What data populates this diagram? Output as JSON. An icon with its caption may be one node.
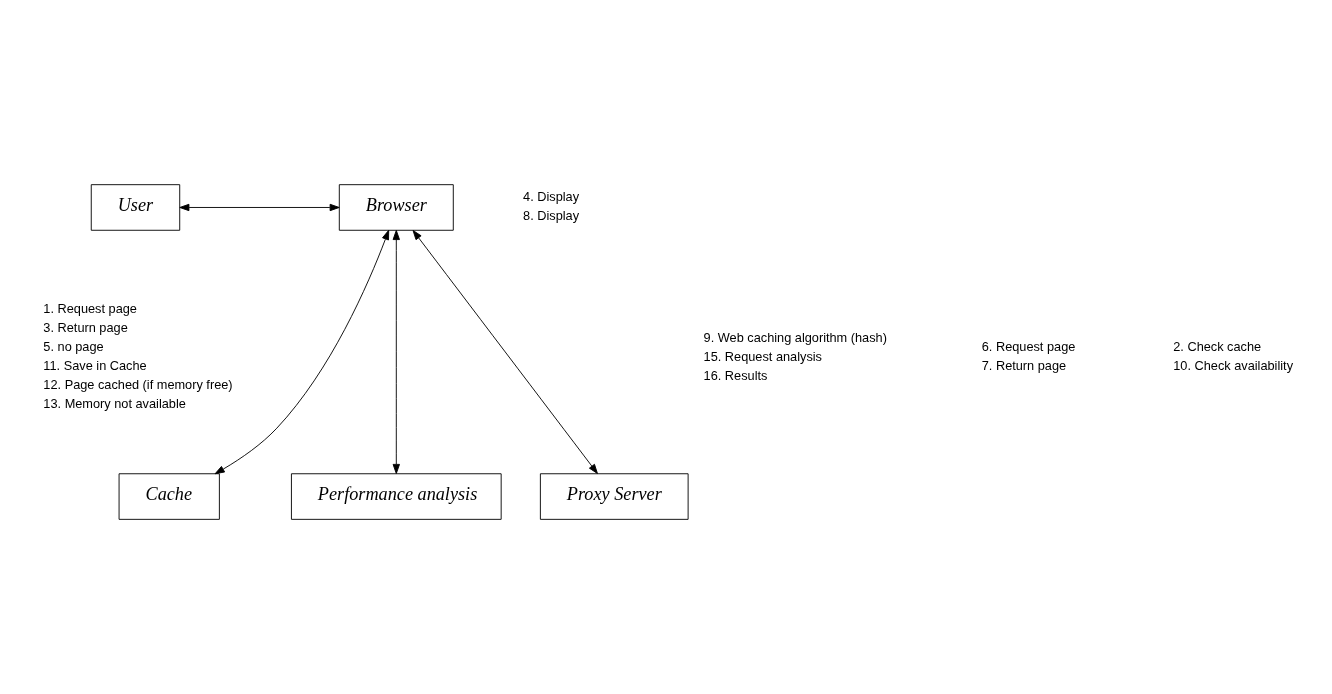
{
  "diagram": {
    "nodes": [
      {
        "text": [
          "User"
        ]
      },
      {
        "text": [
          "Browser"
        ]
      },
      {
        "text": [
          "Cache"
        ]
      },
      {
        "text": [
          "Performance analysis"
        ]
      },
      {
        "text": [
          "Proxy Server"
        ]
      }
    ],
    "edges": [
      {
        "from": 0,
        "to": 1,
        "arrow": "both"
      },
      {
        "from": 1,
        "to": 2,
        "arrow": "both"
      },
      {
        "from": 1,
        "to": 3,
        "arrow": "both"
      },
      {
        "from": 1,
        "to": 4,
        "arrow": "both"
      }
    ],
    "labels": [
      "4. Display",
      "8. Display",
      "1. Request page",
      "3. Return page",
      "5. no page",
      "11. Save in Cache",
      "12. Page cached (if memory free)",
      "13. Memory not available",
      "9. Web caching algorithm (hash)",
      "15. Request analysis",
      "16. Results",
      "6. Request page",
      "7. Return page",
      "2. Check cache",
      "10. Check availability"
    ]
  }
}
